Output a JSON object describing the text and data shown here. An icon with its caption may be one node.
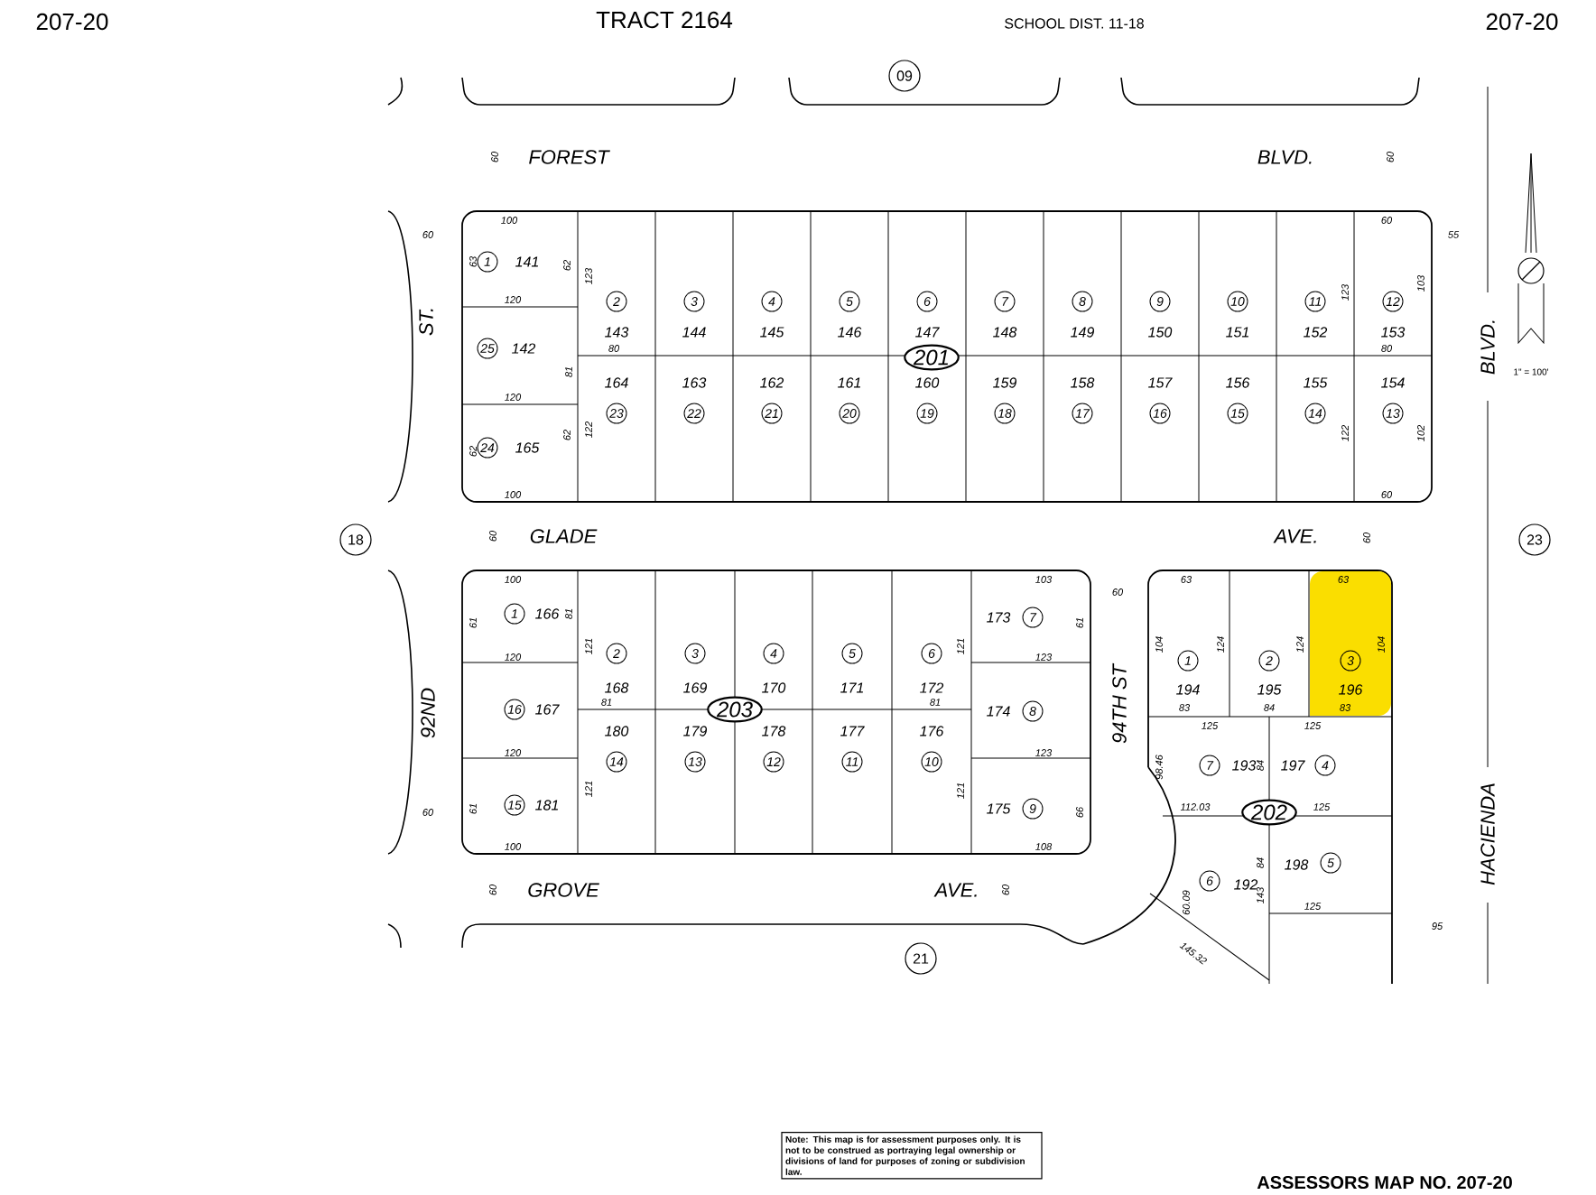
{
  "diagram": {
    "nodes": [
      {
        "text": [
          "09"
        ]
      },
      {
        "text": [
          "201"
        ]
      },
      {
        "text": [
          "1",
          "141"
        ],
        "in": 1
      },
      {
        "text": [
          "2",
          "143"
        ],
        "in": 1
      },
      {
        "text": [
          "3",
          "144"
        ],
        "in": 1
      },
      {
        "text": [
          "4",
          "145"
        ],
        "in": 1
      },
      {
        "text": [
          "5",
          "146"
        ],
        "in": 1
      },
      {
        "text": [
          "6",
          "147"
        ],
        "in": 1
      },
      {
        "text": [
          "7",
          "148"
        ],
        "in": 1
      },
      {
        "text": [
          "8",
          "149"
        ],
        "in": 1
      },
      {
        "text": [
          "9",
          "150"
        ],
        "in": 1
      },
      {
        "text": [
          "10",
          "151"
        ],
        "in": 1
      },
      {
        "text": [
          "11",
          "152"
        ],
        "in": 1
      },
      {
        "text": [
          "12",
          "153"
        ],
        "in": 1
      },
      {
        "text": [
          "25",
          "142"
        ],
        "in": 1
      },
      {
        "text": [
          "24",
          "165"
        ],
        "in": 1
      },
      {
        "text": [
          "164",
          "23"
        ],
        "in": 1
      },
      {
        "text": [
          "163",
          "22"
        ],
        "in": 1
      },
      {
        "text": [
          "162",
          "21"
        ],
        "in": 1
      },
      {
        "text": [
          "161",
          "20"
        ],
        "in": 1
      },
      {
        "text": [
          "160",
          "19"
        ],
        "in": 1
      },
      {
        "text": [
          "159",
          "18"
        ],
        "in": 1
      },
      {
        "text": [
          "158",
          "17"
        ],
        "in": 1
      },
      {
        "text": [
          "157",
          "16"
        ],
        "in": 1
      },
      {
        "text": [
          "156",
          "15"
        ],
        "in": 1
      },
      {
        "text": [
          "155",
          "14"
        ],
        "in": 1
      },
      {
        "text": [
          "154",
          "13"
        ],
        "in": 1
      },
      {
        "text": [
          "18"
        ]
      },
      {
        "text": [
          "203"
        ]
      },
      {
        "text": [
          "1",
          "166"
        ],
        "in": 28
      },
      {
        "text": [
          "2",
          "168"
        ],
        "in": 28
      },
      {
        "text": [
          "3",
          "169"
        ],
        "in": 28
      },
      {
        "text": [
          "4",
          "170"
        ],
        "in": 28
      },
      {
        "text": [
          "5",
          "171"
        ],
        "in": 28
      },
      {
        "text": [
          "6",
          "172"
        ],
        "in": 28
      },
      {
        "text": [
          "173",
          "7"
        ],
        "in": 28
      },
      {
        "text": [
          "16",
          "167"
        ],
        "in": 28
      },
      {
        "text": [
          "174",
          "8"
        ],
        "in": 28
      },
      {
        "text": [
          "15",
          "181"
        ],
        "in": 28
      },
      {
        "text": [
          "180",
          "14"
        ],
        "in": 28
      },
      {
        "text": [
          "179",
          "13"
        ],
        "in": 28
      },
      {
        "text": [
          "178",
          "12"
        ],
        "in": 28
      },
      {
        "text": [
          "177",
          "11"
        ],
        "in": 28
      },
      {
        "text": [
          "176",
          "10"
        ],
        "in": 28
      },
      {
        "text": [
          "175",
          "9"
        ],
        "in": 28
      },
      {
        "text": [
          "23"
        ]
      },
      {
        "text": [
          "202"
        ]
      },
      {
        "text": [
          "1",
          "194"
        ],
        "in": 46
      },
      {
        "text": [
          "2",
          "195"
        ],
        "in": 46
      },
      {
        "text": [
          "3",
          "196"
        ],
        "in": 46
      },
      {
        "text": [
          "7",
          "193"
        ],
        "in": 46
      },
      {
        "text": [
          "197",
          "4"
        ],
        "in": 46
      },
      {
        "text": [
          "6",
          "192"
        ],
        "in": 46
      },
      {
        "text": [
          "198",
          "5"
        ],
        "in": 46
      },
      {
        "text": [
          "21"
        ]
      },
      {
        "text": [
          "Note: This map is for assessment purposes only. It is not to be construed as portraying legal ownership or divisions of land for purposes of zoning or subdivision law."
        ]
      }
    ],
    "labels": [
      "207-20",
      "TRACT 2164",
      "SCHOOL DIST. 11-18",
      "207-20",
      "60",
      "FOREST",
      "BLVD.",
      "60",
      "60",
      "100",
      "63",
      "120",
      "120",
      "100",
      "62",
      "62",
      "123",
      "81",
      "80",
      "62",
      "122",
      "60",
      "123",
      "103",
      "80",
      "122",
      "102",
      "60",
      "55",
      "ST.",
      "BLVD.",
      "1\" = 100'",
      "60",
      "GLADE",
      "AVE.",
      "60",
      "100",
      "61",
      "81",
      "121",
      "120",
      "120",
      "100",
      "60",
      "61",
      "92ND",
      "81",
      "121",
      "81",
      "121",
      "121",
      "103",
      "123",
      "123",
      "108",
      "61",
      "66",
      "60",
      "94TH ST",
      "63",
      "63",
      "104",
      "124",
      "124",
      "104",
      "83",
      "84",
      "83",
      "125",
      "125",
      "98.46",
      "84",
      "112.03",
      "125",
      "60.09",
      "84",
      "143",
      "125",
      "145.32",
      "95",
      "60",
      "GROVE",
      "AVE.",
      "60",
      "HACIENDA",
      "ASSESSORS MAP NO. 207-20"
    ]
  }
}
